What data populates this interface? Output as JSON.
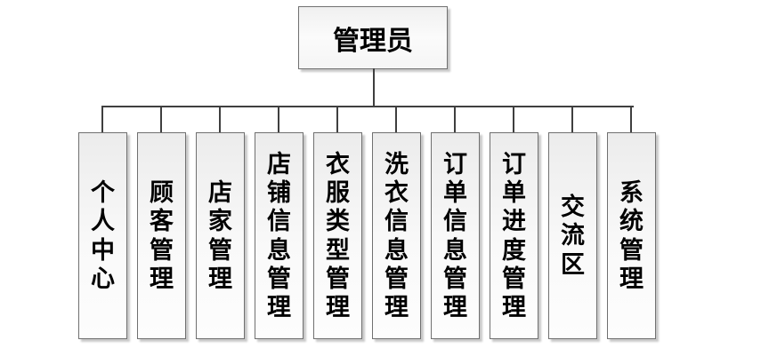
{
  "diagram": {
    "root": {
      "label": "管理员"
    },
    "children": [
      {
        "label": "个人中心"
      },
      {
        "label": "顾客管理"
      },
      {
        "label": "店家管理"
      },
      {
        "label": "店铺信息管理"
      },
      {
        "label": "衣服类型管理"
      },
      {
        "label": "洗衣信息管理"
      },
      {
        "label": "订单信息管理"
      },
      {
        "label": "订单进度管理"
      },
      {
        "label": "交流区"
      },
      {
        "label": "系统管理"
      }
    ]
  },
  "colors": {
    "connector": "#3f3f3f",
    "node_border": "#707070",
    "node_text": "#000000",
    "background": "#ffffff"
  }
}
